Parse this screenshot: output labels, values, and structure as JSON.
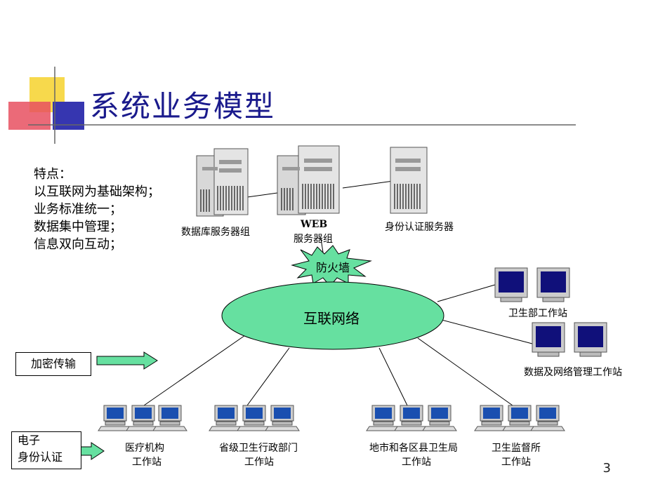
{
  "title": "系统业务模型",
  "features": {
    "heading": "特点：",
    "items": [
      "以互联网为基础架构；",
      "业务标准统一；",
      "数据集中管理；",
      "信息双向互动；"
    ]
  },
  "servers": {
    "db": "数据库服务器组",
    "web_line1": "WEB",
    "web_line2": "服务器组",
    "auth": "身份认证服务器"
  },
  "firewall": "防火墙",
  "network": "互联网络",
  "right_stations": {
    "health_dept": "卫生部工作站",
    "data_mgmt": "数据及网络管理工作站"
  },
  "bottom_stations": [
    {
      "line1": "医疗机构",
      "line2": "工作站"
    },
    {
      "line1": "省级卫生行政部门",
      "line2": "工作站"
    },
    {
      "line1": "地市和各区县卫生局",
      "line2": "工作站"
    },
    {
      "line1": "卫生监督所",
      "line2": "工作站"
    }
  ],
  "left_boxes": {
    "encryption": "加密传输",
    "auth_line1": "电子",
    "auth_line2": "身份认证"
  },
  "page_number": "3",
  "colors": {
    "title": "#1a1a8c",
    "ellipse": "#66e0a0",
    "firewall": "#66e0a0",
    "arrow": "#66e0a0",
    "monitor_screen": "#10107a"
  }
}
